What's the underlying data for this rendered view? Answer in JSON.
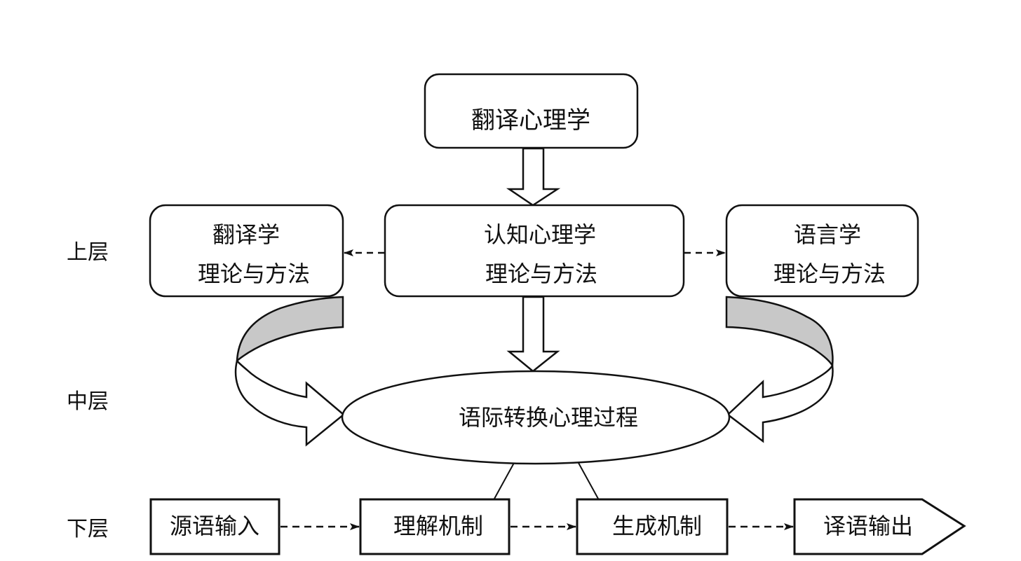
{
  "layers": {
    "upper": "上层",
    "middle": "中层",
    "lower": "下层"
  },
  "top_box": "翻译心理学",
  "upper_boxes": {
    "left": {
      "line1": "翻译学",
      "line2": "理论与方法"
    },
    "center": {
      "line1": "认知心理学",
      "line2": "理论与方法"
    },
    "right": {
      "line1": "语言学",
      "line2": "理论与方法"
    }
  },
  "ellipse": "语际转换心理过程",
  "lower_boxes": {
    "source": "源语输入",
    "comprehension": "理解机制",
    "production": "生成机制",
    "output": "译语输出"
  },
  "colors": {
    "stroke": "#111111",
    "ribbon_fill": "#c8c8c8",
    "box_fill": "#ffffff"
  }
}
